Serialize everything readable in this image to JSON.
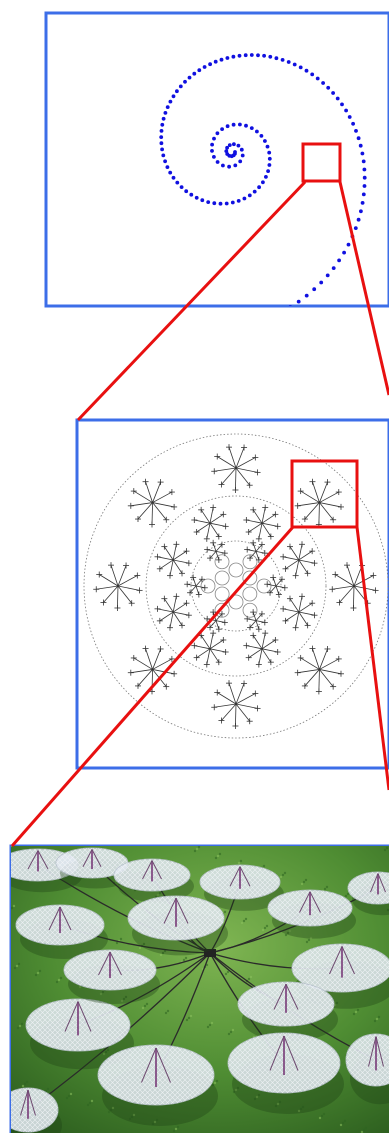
{
  "title": "",
  "colors": {
    "frame": "#3c6ee8",
    "zoom": "#e81010",
    "dot": "#1010e0",
    "line": "#444444",
    "grass": "#3d7a2b",
    "grass_light": "#6ea246",
    "mesh": "#dfe6ee"
  },
  "levels": [
    {
      "name": "spiral-array",
      "description_shown": false
    },
    {
      "name": "station-layout",
      "description_shown": false
    },
    {
      "name": "dish-field",
      "description_shown": false
    }
  ]
}
